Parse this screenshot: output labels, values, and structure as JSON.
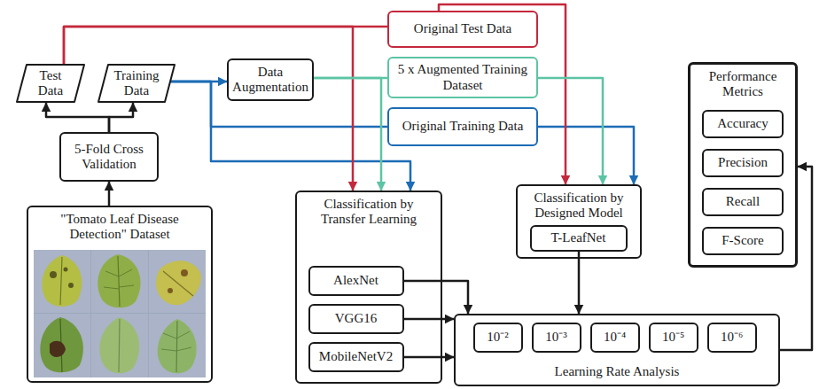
{
  "diagram": {
    "nodes": [
      {
        "text": [
          "Original Test Data"
        ]
      },
      {
        "text": [
          "Test Data"
        ]
      },
      {
        "text": [
          "Training Data"
        ]
      },
      {
        "text": [
          "Data Augmentation"
        ]
      },
      {
        "text": [
          "5 x Augmented Training Dataset"
        ]
      },
      {
        "text": [
          "Original Training Data"
        ]
      },
      {
        "text": [
          "Performance Metrics"
        ]
      },
      {
        "text": [
          "Accuracy"
        ],
        "in": 6
      },
      {
        "text": [
          "Precision"
        ],
        "in": 6
      },
      {
        "text": [
          "Recall"
        ],
        "in": 6
      },
      {
        "text": [
          "F-Score"
        ],
        "in": 6
      },
      {
        "text": [
          "5-Fold Cross Validation"
        ]
      },
      {
        "text": [
          "Classification by Designed Model"
        ]
      },
      {
        "text": [
          "T-LeafNet"
        ],
        "in": 12
      },
      {
        "text": [
          "\"Tomato Leaf Disease Detection\" Dataset"
        ]
      },
      {
        "text": [
          "Classification by Transfer Learning"
        ]
      },
      {
        "text": [
          "AlexNet"
        ],
        "in": 15
      },
      {
        "text": [
          "VGG16"
        ],
        "in": 15
      },
      {
        "text": [
          "MobileNetV2"
        ],
        "in": 15
      },
      {
        "text": [
          "Learning Rate Analysis"
        ]
      },
      {
        "text": [
          "10⁻²"
        ],
        "in": 19
      },
      {
        "text": [
          "10⁻³"
        ],
        "in": 19
      },
      {
        "text": [
          "10⁻⁴"
        ],
        "in": 19
      },
      {
        "text": [
          "10⁻⁵"
        ],
        "in": 19
      },
      {
        "text": [
          "10⁻⁶"
        ],
        "in": 19
      }
    ],
    "edges": [
      {
        "from": 14,
        "to": 11,
        "arrow": "to"
      },
      {
        "from": 11,
        "to": 1,
        "arrow": "to"
      },
      {
        "from": 11,
        "to": 2,
        "arrow": "to"
      },
      {
        "from": 2,
        "to": 3,
        "arrow": "to"
      },
      {
        "from": 2,
        "to": 15,
        "arrow": "to"
      },
      {
        "from": 2,
        "to": 5,
        "arrow": "none"
      },
      {
        "from": 5,
        "to": 12,
        "arrow": "to"
      },
      {
        "from": 1,
        "to": 0,
        "arrow": "none"
      },
      {
        "from": 1,
        "to": 15,
        "arrow": "to"
      },
      {
        "from": 0,
        "to": 12,
        "arrow": "to"
      },
      {
        "from": 3,
        "to": 4,
        "arrow": "none"
      },
      {
        "from": 3,
        "to": 15,
        "arrow": "to"
      },
      {
        "from": 4,
        "to": 12,
        "arrow": "to"
      },
      {
        "from": 16,
        "to": 19,
        "arrow": "to"
      },
      {
        "from": 17,
        "to": 19,
        "arrow": "to"
      },
      {
        "from": 18,
        "to": 19,
        "arrow": "to"
      },
      {
        "from": 13,
        "to": 19,
        "arrow": "to"
      },
      {
        "from": 19,
        "to": 6,
        "arrow": "to"
      }
    ]
  }
}
